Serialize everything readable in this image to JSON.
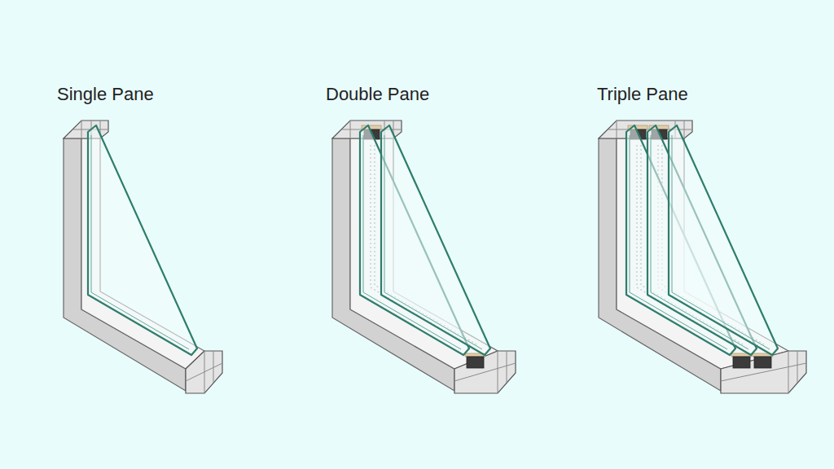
{
  "diagram": {
    "labels": [
      "Single Pane",
      "Double Pane",
      "Triple Pane"
    ]
  }
}
